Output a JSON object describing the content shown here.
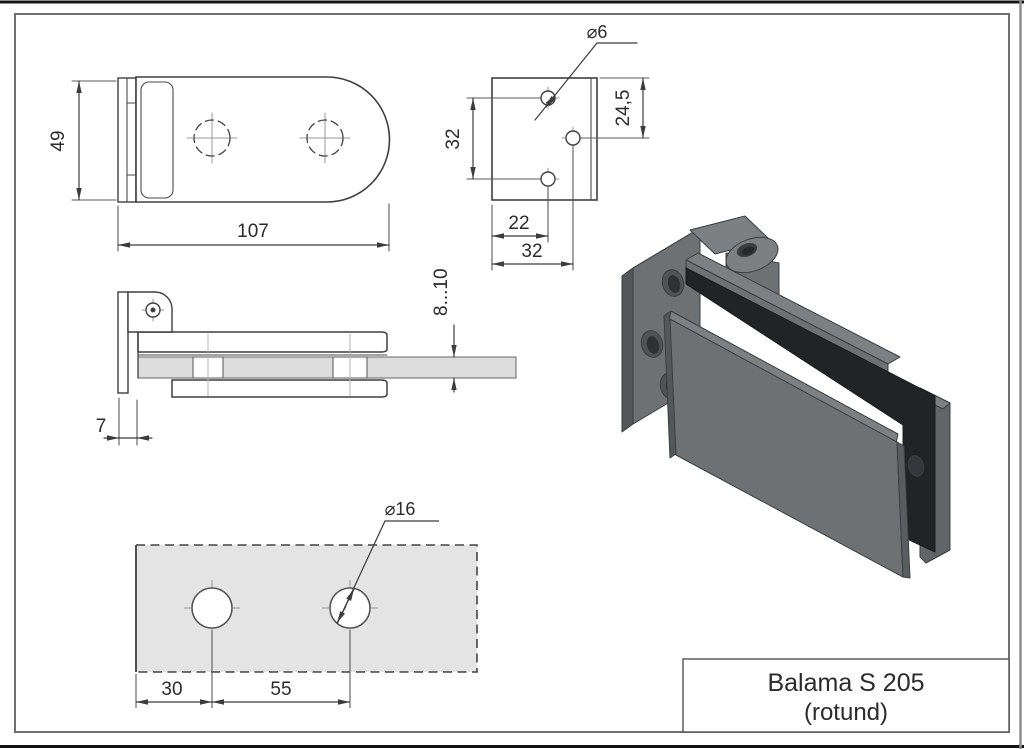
{
  "sheet": {
    "title_block": {
      "product_name": "Balama S 205",
      "variant": "(rotund)"
    }
  },
  "front_view": {
    "dims": {
      "height": "49",
      "width": "107"
    }
  },
  "mount_plate_view": {
    "dims": {
      "hole_diameter": "⌀6",
      "hole_pitch_vertical": "32",
      "top_to_offset_hole": "24,5",
      "edge_to_hole_column": "22",
      "edge_to_offset_hole": "32"
    }
  },
  "side_view": {
    "dims": {
      "wall_plate_thickness": "7",
      "glass_thickness_range": "8...10"
    }
  },
  "glass_cutout_view": {
    "dims": {
      "hole_diameter": "⌀16",
      "edge_to_first_hole": "30",
      "hole_pitch": "55"
    }
  },
  "colors": {
    "glass_fill": "#dcdcdc",
    "template_fill": "#e4e4e4",
    "metal_base": "#6e7174",
    "metal_light": "#7d8083",
    "metal_dark": "#5a5d60",
    "metal_darker": "#54575a",
    "gasket": "#212325",
    "line": "#3f3f3f"
  }
}
